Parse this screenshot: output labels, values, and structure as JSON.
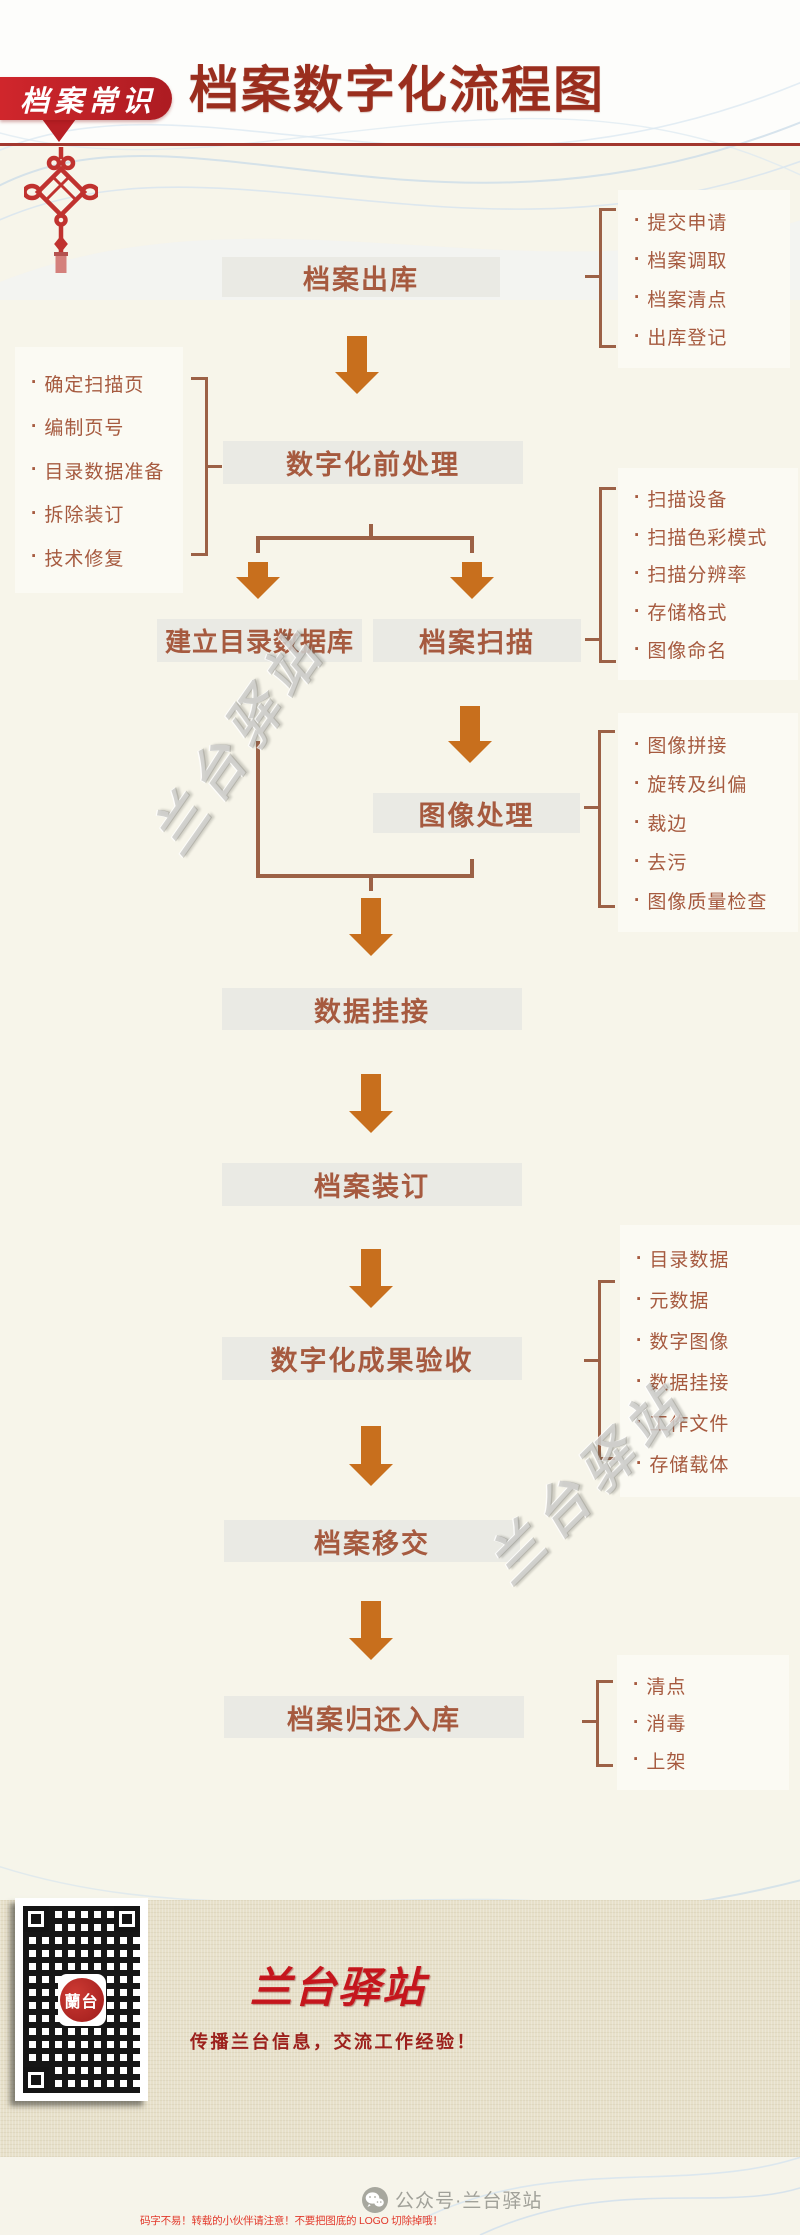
{
  "header": {
    "badge_label": "档案常识",
    "title": "档案数字化流程图"
  },
  "flow": {
    "bullet": "·",
    "steps": [
      {
        "label": "档案出库"
      },
      {
        "label": "数字化前处理"
      },
      {
        "label": "建立目录数据库"
      },
      {
        "label": "档案扫描"
      },
      {
        "label": "图像处理"
      },
      {
        "label": "数据挂接"
      },
      {
        "label": "档案装订"
      },
      {
        "label": "数字化成果验收"
      },
      {
        "label": "档案移交"
      },
      {
        "label": "档案归还入库"
      }
    ],
    "annotations": [
      {
        "for": "档案出库",
        "items": [
          "提交申请",
          "档案调取",
          "档案清点",
          "出库登记"
        ]
      },
      {
        "for": "数字化前处理",
        "items": [
          "确定扫描页",
          "编制页号",
          "目录数据准备",
          "拆除装订",
          "技术修复"
        ]
      },
      {
        "for": "档案扫描",
        "items": [
          "扫描设备",
          "扫描色彩模式",
          "扫描分辨率",
          "存储格式",
          "图像命名"
        ]
      },
      {
        "for": "图像处理",
        "items": [
          "图像拼接",
          "旋转及纠偏",
          "裁边",
          "去污",
          "图像质量检查"
        ]
      },
      {
        "for": "数字化成果验收",
        "items": [
          "目录数据",
          "元数据",
          "数字图像",
          "数据挂接",
          "工作文件",
          "存储载体"
        ]
      },
      {
        "for": "档案归还入库",
        "items": [
          "清点",
          "消毒",
          "上架"
        ]
      }
    ]
  },
  "watermark": {
    "text": "兰台驿站"
  },
  "footer": {
    "brand": "兰台驿站",
    "slogan": "传播兰台信息，交流工作经验！",
    "account_label": "公众号·兰台驿站",
    "note": "码字不易！转载的小伙伴请注意！不要把图底的 LOGO 切除掉哦！",
    "qr_seal": "蘭台"
  },
  "colors": {
    "cream": "#f7f5ea",
    "badge-red": "#c4232a",
    "title-red": "#9a2e1e",
    "line-red": "#a2372e",
    "terra": "#a65a3f",
    "box-bg": "#eaeae4",
    "arrow": "#c86f1d",
    "line": "#9c6146",
    "panel": "#fbfaf3",
    "band": "#e7e0ca",
    "brand-red": "#c5161d",
    "slogan-red": "#9c201c",
    "gray-text": "#a1a199",
    "note-red": "#e2392b"
  }
}
